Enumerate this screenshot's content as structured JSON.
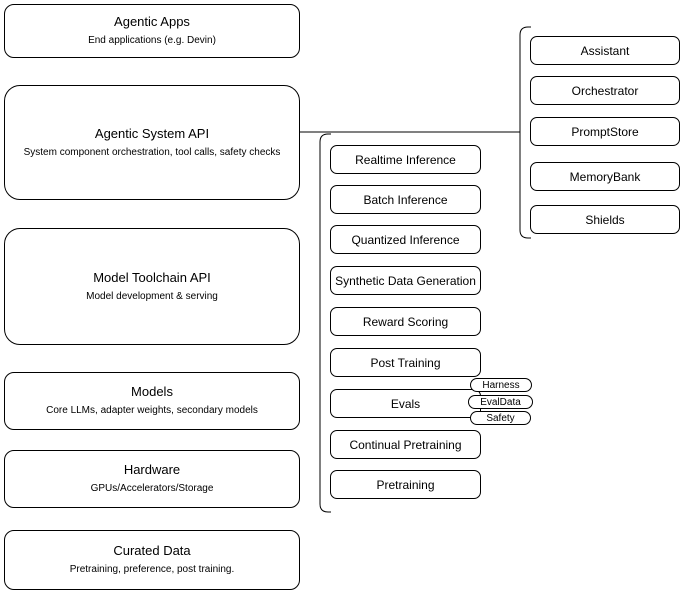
{
  "diagram": {
    "colors": {
      "border": "#000000",
      "background": "#ffffff",
      "text": "#000000"
    },
    "left_stack": [
      {
        "title": "Agentic Apps",
        "subtitle": "End applications (e.g. Devin)"
      },
      {
        "title": "Agentic System API",
        "subtitle": "System component orchestration, tool calls, safety checks"
      },
      {
        "title": "Model Toolchain API",
        "subtitle": "Model development & serving"
      },
      {
        "title": "Models",
        "subtitle": "Core LLMs, adapter weights, secondary models"
      },
      {
        "title": "Hardware",
        "subtitle": "GPUs/Accelerators/Storage"
      },
      {
        "title": "Curated Data",
        "subtitle": "Pretraining, preference, post training."
      }
    ],
    "toolchain_nodes": [
      "Realtime Inference",
      "Batch Inference",
      "Quantized Inference",
      "Synthetic Data Generation",
      "Reward Scoring",
      "Post Training",
      "Evals",
      "Continual Pretraining",
      "Pretraining"
    ],
    "evals_tags": [
      "Harness",
      "EvalData",
      "Safety"
    ],
    "agentic_nodes": [
      "Assistant",
      "Orchestrator",
      "PromptStore",
      "MemoryBank",
      "Shields"
    ]
  }
}
